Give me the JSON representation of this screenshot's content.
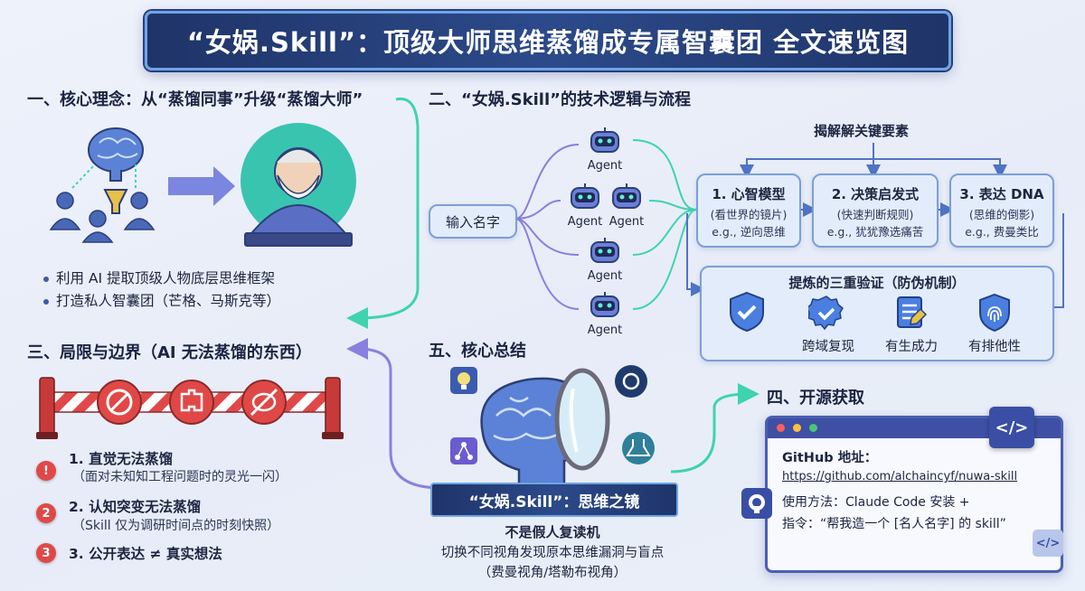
{
  "title": "“女娲.Skill”：顶级大师思维蒸馏成专属智囊团 全文速览图",
  "section1": {
    "title": "一、核心理念：从“蒸馏同事”升级“蒸馏大师”",
    "bullets": [
      "利用 AI 提取顶级人物底层思维框架",
      "打造私人智囊团（芒格、马斯克等）"
    ]
  },
  "section2": {
    "title": "二、“女娲.Skill”的技术逻辑与流程",
    "input": "输入名字",
    "agent_label": "Agent",
    "decode_title": "揭解解关键要素",
    "elements": [
      {
        "title": "1. 心智模型",
        "sub": "(看世界的镜片)",
        "eg": "e.g., 逆向思维"
      },
      {
        "title": "2. 决策启发式",
        "sub": "(快速判断规则)",
        "eg": "e.g., 犹犹豫选痛苦"
      },
      {
        "title": "3. 表达 DNA",
        "sub": "(思维的倒影)",
        "eg": "e.g., 费曼类比"
      }
    ],
    "verify_title": "提炼的三重验证（防伪机制）",
    "verify": [
      "跨域复现",
      "有生成力",
      "有排他性"
    ]
  },
  "section3": {
    "title": "三、局限与边界（AI 无法蒸馏的东西）",
    "items": [
      {
        "num": "!",
        "title": "1. 直觉无法蒸馏",
        "sub": "（面对未知知工程问题时的灵光一闪）"
      },
      {
        "num": "2",
        "title": "2. 认知突变无法蒸馏",
        "sub": "（Skill 仅为调研时间点的时刻快照）"
      },
      {
        "num": "3",
        "title": "3. 公开表达 ≠ 真实想法",
        "sub": ""
      }
    ]
  },
  "section4": {
    "title": "四、开源获取",
    "github_label": "GitHub 地址：",
    "github_url": "https://github.com/alchaincyf/nuwa-skill",
    "usage": "使用方法：Claude Code 安装 +",
    "command": "指令：“帮我造一个 [名人名字] 的 skill”",
    "code_glyph": "</>"
  },
  "section5": {
    "title": "五、核心总结",
    "banner": "“女娲.Skill”：思维之镜",
    "line1": "不是假人复读机",
    "line2": "切换不同视角发现原本思维漏洞与盲点",
    "line3": "（费曼视角/塔勒布视角）"
  },
  "colors": {
    "navy": "#1f3468",
    "accent_blue": "#6ea5e6",
    "teal": "#3fd3b0",
    "purple": "#8a7fe0",
    "red": "#e04848",
    "box_border": "#7c9fd6"
  }
}
